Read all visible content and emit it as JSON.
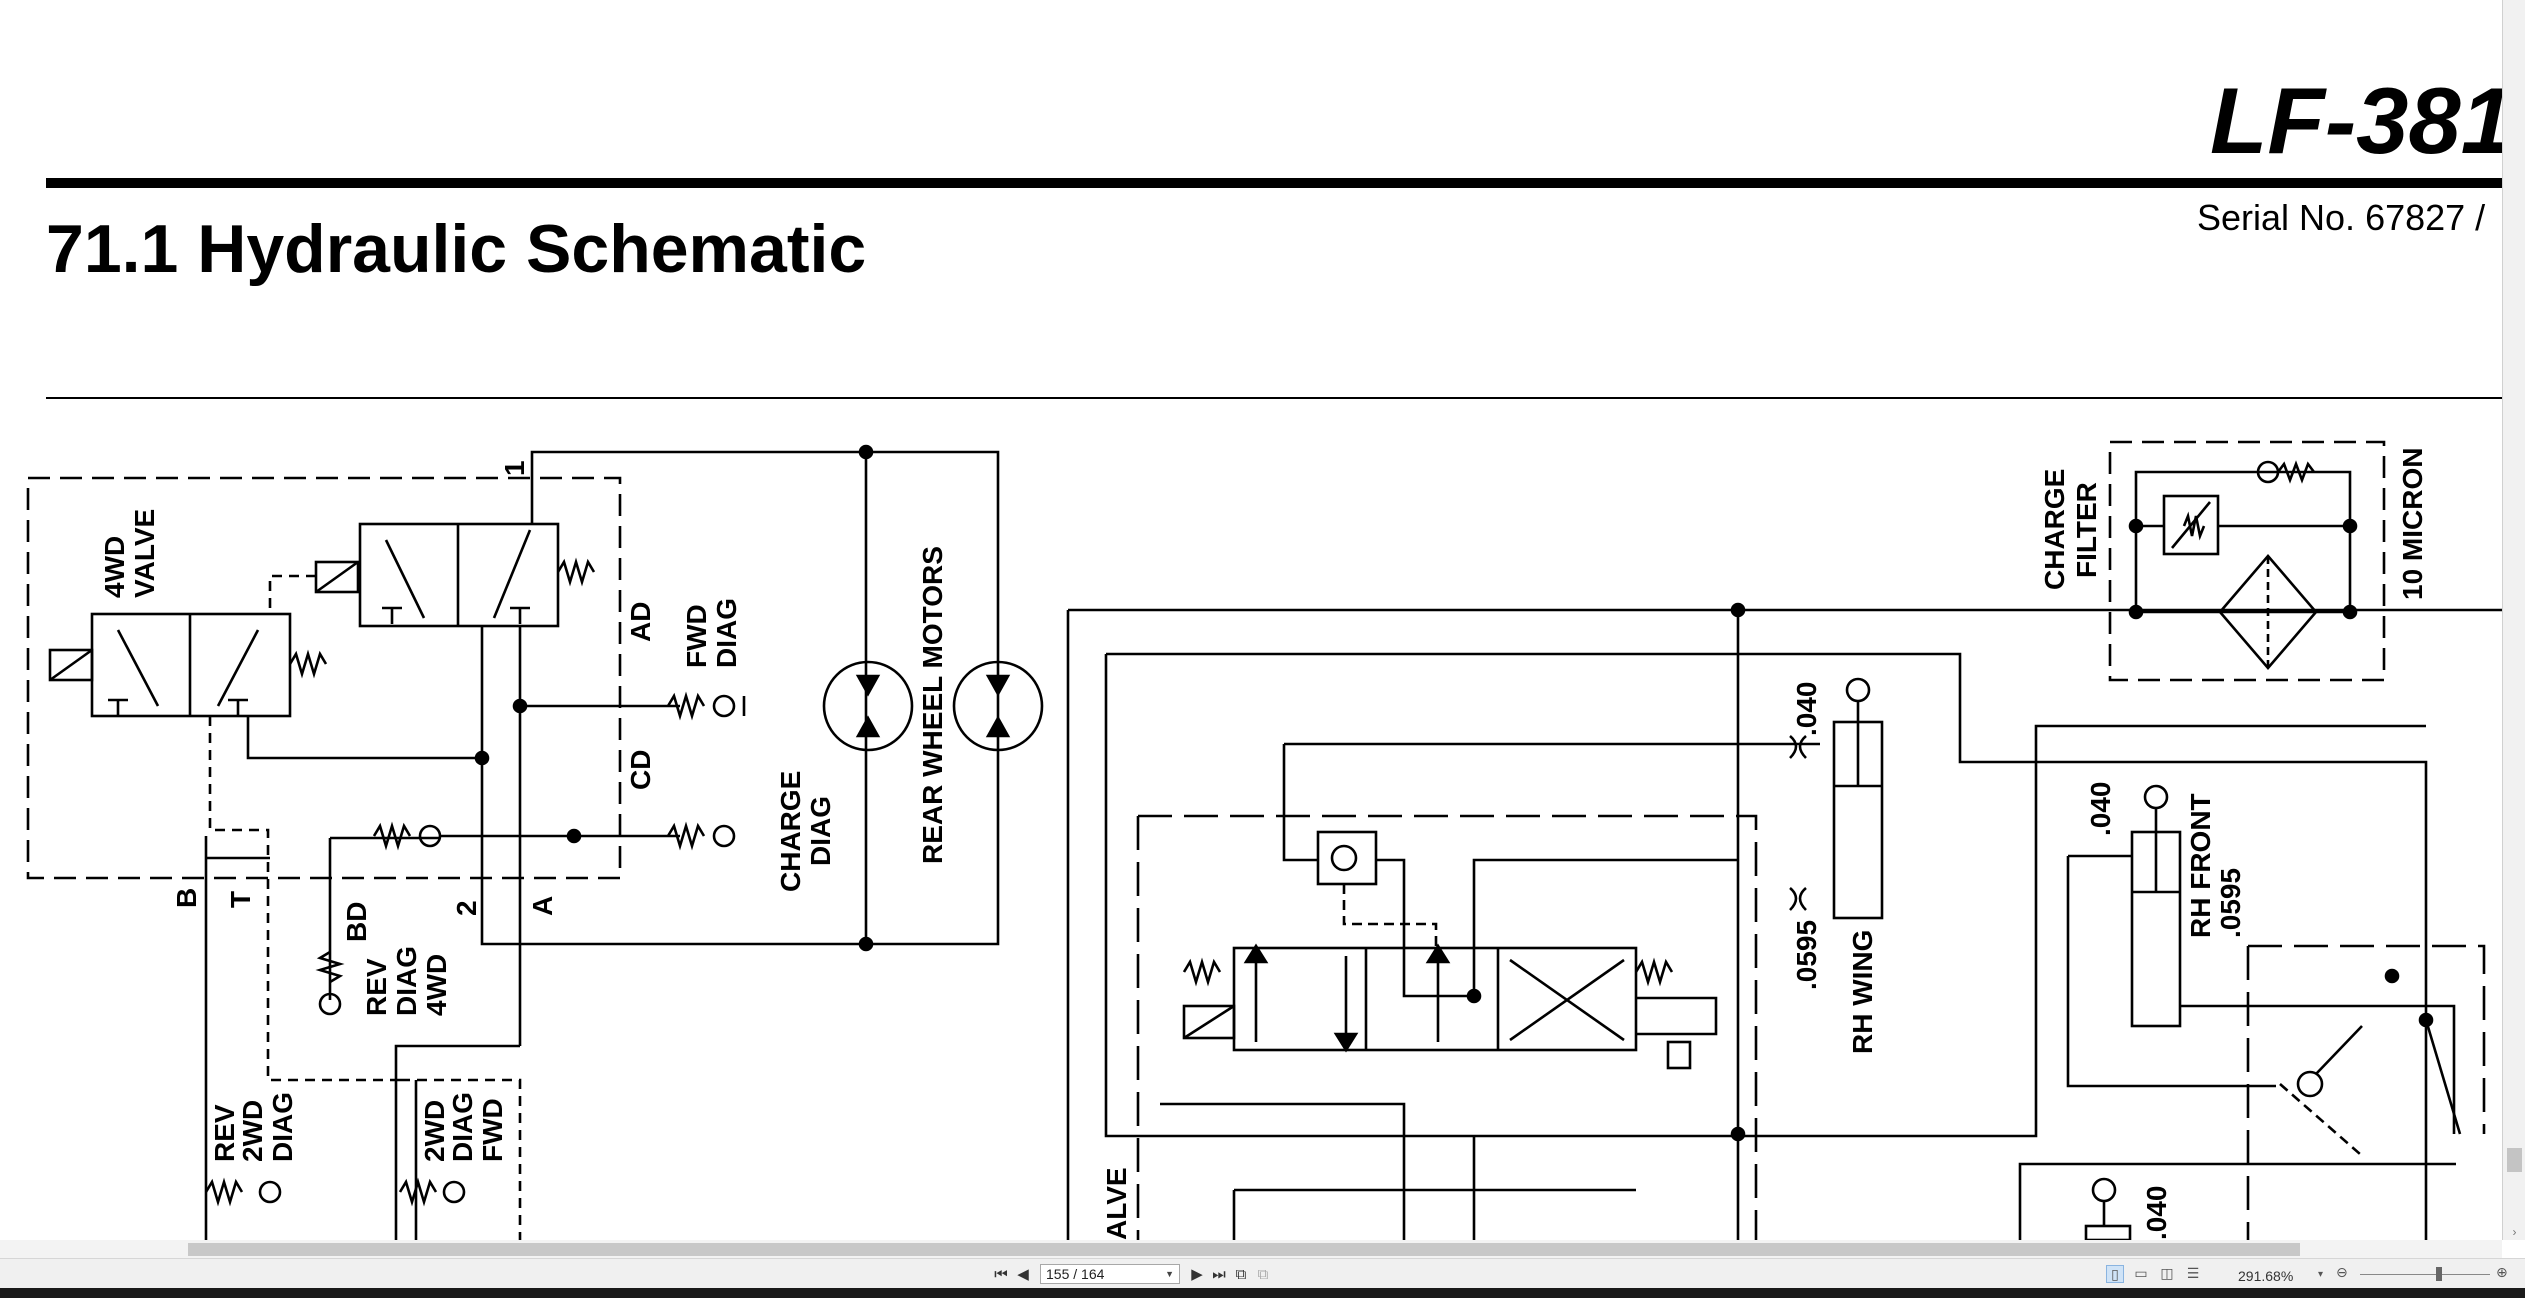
{
  "header": {
    "model": "LF-381",
    "serial": "Serial No. 67827 /",
    "section_title": "71.1 Hydraulic Schematic"
  },
  "schematic": {
    "labels": {
      "four_wd_valve": [
        "4WD",
        "VALVE"
      ],
      "port_1": "1",
      "port_ad": "AD",
      "fwd_diag": [
        "FWD",
        "DIAG"
      ],
      "port_cd": "CD",
      "port_b": "B",
      "port_t": "T",
      "port_bd": "BD",
      "port_2": "2",
      "port_a": "A",
      "charge_diag": [
        "CHARGE",
        "DIAG"
      ],
      "rear_wheel_motors": "REAR WHEEL MOTORS",
      "rev_diag_4wd": [
        "REV",
        "DIAG",
        "4WD"
      ],
      "rev_2wd_diag": [
        "REV",
        "2WD",
        "DIAG"
      ],
      "twowd_diag_fwd": [
        "2WD",
        "DIAG",
        "FWD"
      ],
      "charge_filter": [
        "CHARGE",
        "FILTER"
      ],
      "ten_micron": "10 MICRON",
      "orifice_040_a": ".040",
      "orifice_0595_a": ".0595",
      "rh_wing": "RH WING",
      "orifice_040_b": ".040",
      "rh_front": "RH FRONT",
      "orifice_0595_b": ".0595",
      "valve_partial": "ALVE",
      "orifice_040_c": ".040"
    }
  },
  "toolbar": {
    "first_page": "⏮",
    "prev_page": "◀",
    "page_indicator": "155 / 164",
    "next_page": "▶",
    "last_page": "⏭",
    "zoom": "291.68%"
  }
}
